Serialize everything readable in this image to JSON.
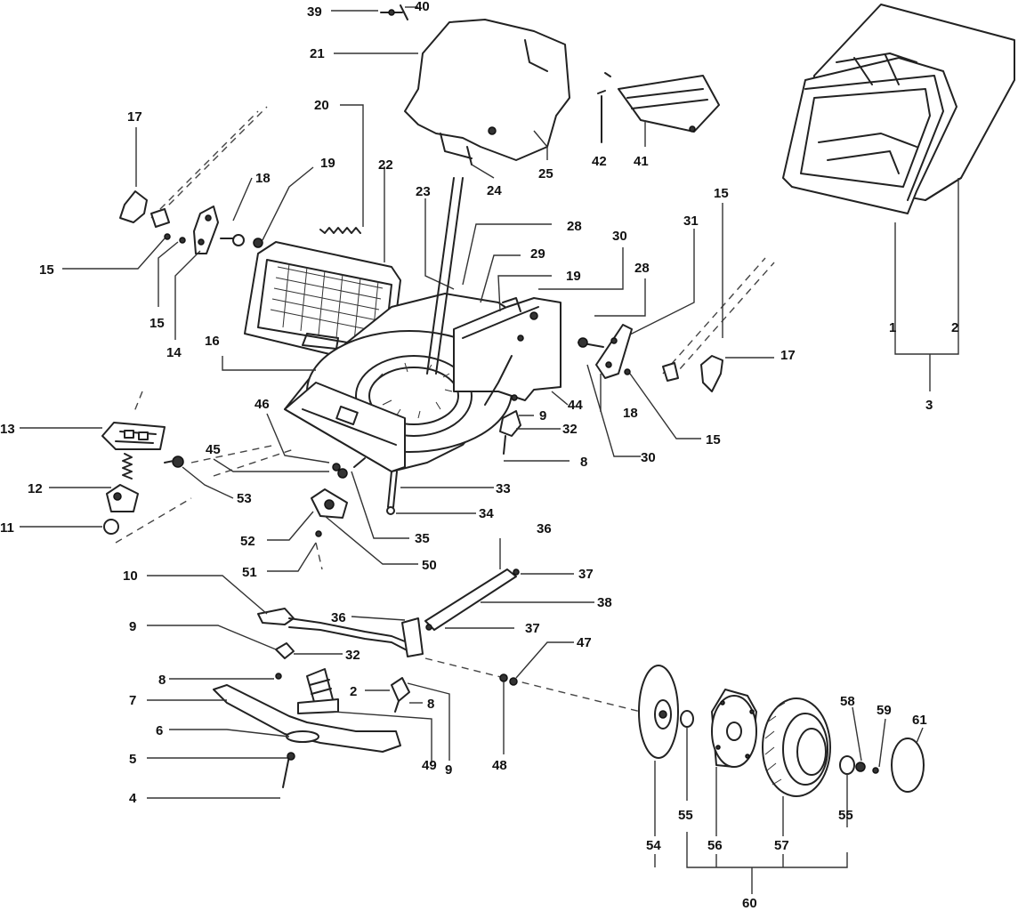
{
  "labels": {
    "l1": "1",
    "l2": "2",
    "l3": "3",
    "l4": "4",
    "l5": "5",
    "l6": "6",
    "l7": "7",
    "l8a": "8",
    "l8b": "8",
    "l8c": "8",
    "l9a": "9",
    "l9b": "9",
    "l9c": "9",
    "l10": "10",
    "l11": "11",
    "l12": "12",
    "l13": "13",
    "l14": "14",
    "l15a": "15",
    "l15b": "15",
    "l15c": "15",
    "l15d": "15",
    "l16": "16",
    "l17a": "17",
    "l17b": "17",
    "l18a": "18",
    "l18b": "18",
    "l19a": "19",
    "l19b": "19",
    "l20": "20",
    "l21": "21",
    "l22": "22",
    "l23": "23",
    "l24": "24",
    "l25": "25",
    "l28a": "28",
    "l28b": "28",
    "l29": "29",
    "l30a": "30",
    "l30b": "30",
    "l31": "31",
    "l32a": "32",
    "l32b": "32",
    "l33": "33",
    "l34": "34",
    "l35": "35",
    "l36a": "36",
    "l36b": "36",
    "l37a": "37",
    "l37b": "37",
    "l38": "38",
    "l39": "39",
    "l40": "40",
    "l41": "41",
    "l42": "42",
    "l44": "44",
    "l45": "45",
    "l46": "46",
    "l47": "47",
    "l48": "48",
    "l49": "49",
    "l50": "50",
    "l51": "51",
    "l52": "52",
    "l53": "53",
    "l54": "54",
    "l55a": "55",
    "l55b": "55",
    "l56": "56",
    "l57": "57",
    "l58": "58",
    "l59": "59",
    "l60": "60",
    "l61": "61"
  },
  "style": {
    "ink": "#222222",
    "background": "#ffffff"
  }
}
